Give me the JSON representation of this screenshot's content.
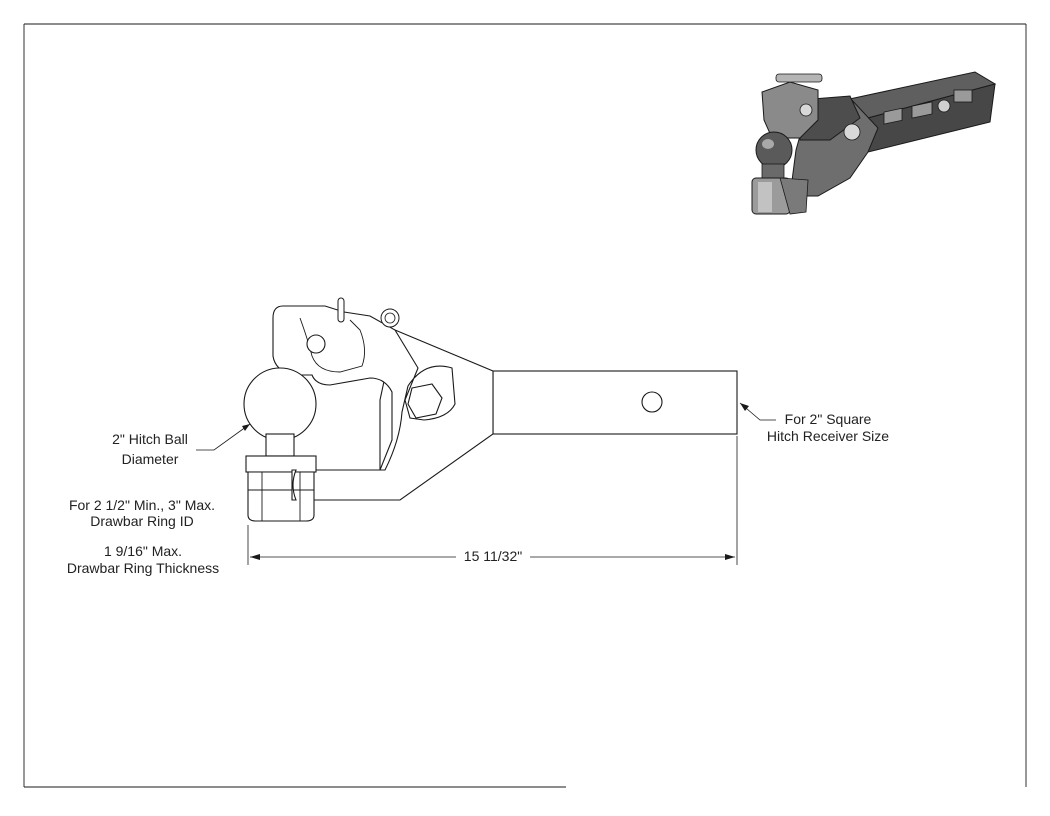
{
  "labels": {
    "hitch_ball": [
      "2\" Hitch Ball",
      "Diameter"
    ],
    "ring_id": [
      "For 2 1/2\" Min., 3\" Max.",
      "Drawbar Ring ID"
    ],
    "ring_thickness": [
      "1 9/16\" Max.",
      "Drawbar Ring Thickness"
    ],
    "receiver": [
      "For 2\" Square",
      "Hitch Receiver Size"
    ],
    "overall_length": "15 11/32\""
  }
}
